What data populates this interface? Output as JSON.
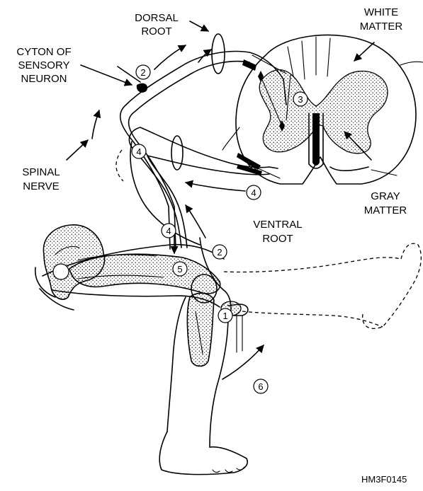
{
  "labels": {
    "dorsal_root": [
      "DORSAL",
      "ROOT"
    ],
    "white_matter": [
      "WHITE",
      "MATTER"
    ],
    "cyton": [
      "CYTON OF",
      "SENSORY",
      "NEURON"
    ],
    "spinal_nerve": [
      "SPINAL",
      "NERVE"
    ],
    "gray_matter": [
      "GRAY",
      "MATTER"
    ],
    "ventral_root": [
      "VENTRAL",
      "ROOT"
    ]
  },
  "steps": [
    "1",
    "2",
    "2",
    "3",
    "4",
    "4",
    "4",
    "5",
    "6"
  ],
  "figure_code": "HM3F0145"
}
